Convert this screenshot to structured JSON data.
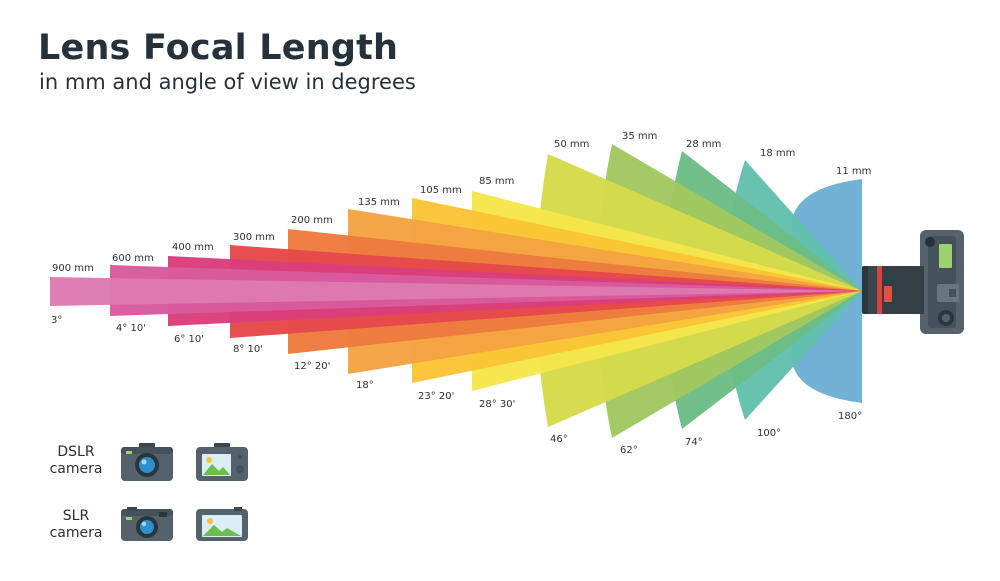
{
  "header": {
    "title": "Lens Focal Length",
    "subtitle": "in mm and angle of view in degrees"
  },
  "lenses": [
    {
      "focal": "900 mm",
      "angle": "3°",
      "color": "#de7ab0"
    },
    {
      "focal": "600 mm",
      "angle": "4° 10'",
      "color": "#d95a9e"
    },
    {
      "focal": "400 mm",
      "angle": "6° 10'",
      "color": "#d93f7c"
    },
    {
      "focal": "300 mm",
      "angle": "8° 10'",
      "color": "#e5484a"
    },
    {
      "focal": "200 mm",
      "angle": "12° 20'",
      "color": "#ee7b3f"
    },
    {
      "focal": "135 mm",
      "angle": "18°",
      "color": "#f4a342"
    },
    {
      "focal": "105 mm",
      "angle": "23° 20'",
      "color": "#fbc436"
    },
    {
      "focal": "85 mm",
      "angle": "28° 30'",
      "color": "#f5e64a"
    },
    {
      "focal": "50 mm",
      "angle": "46°",
      "color": "#d5da4a"
    },
    {
      "focal": "35 mm",
      "angle": "62°",
      "color": "#a2c860"
    },
    {
      "focal": "28 mm",
      "angle": "74°",
      "color": "#6cbd85"
    },
    {
      "focal": "18 mm",
      "angle": "100°",
      "color": "#62c0ad"
    },
    {
      "focal": "11 mm",
      "angle": "180°",
      "color": "#6cb0d5"
    }
  ],
  "legend": {
    "dslr": "DSLR\ncamera",
    "slr": "SLR\ncamera"
  }
}
